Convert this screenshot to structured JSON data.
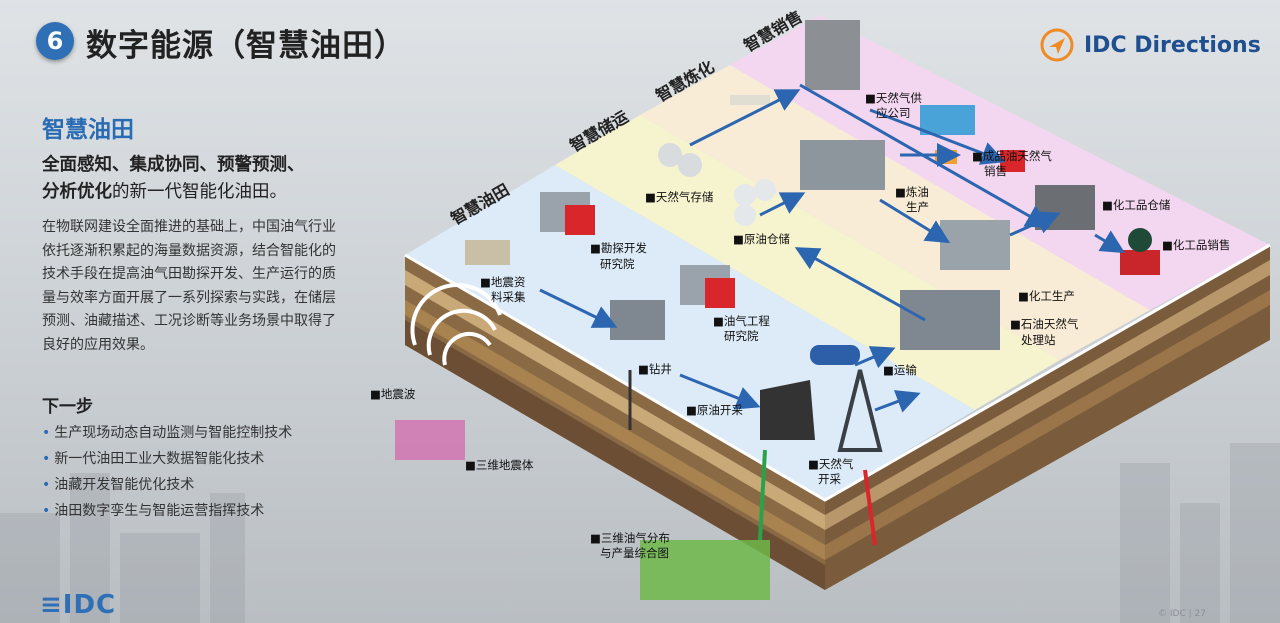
{
  "header": {
    "badge": "6",
    "title": "数字能源（智慧油田）",
    "brand": "IDC Directions"
  },
  "left": {
    "heading": "智慧油田",
    "lead_bold_1": "全面感知、集成协同、预警预测、",
    "lead_bold_2": "分析优化",
    "lead_rest": "的新一代智能化油田。",
    "body": "在物联网建设全面推进的基础上，中国油气行业依托逐渐积累起的海量数据资源，结合智能化的技术手段在提高油气田勘探开发、生产运行的质量与效率方面开展了一系列探索与实践，在储层预测、油藏描述、工况诊断等业务场景中取得了良好的应用效果。",
    "next_heading": "下一步",
    "next_items": [
      "生产现场动态自动监测与智能控制技术",
      "新一代油田工业大数据智能化技术",
      "油藏开发智能优化技术",
      "油田数字孪生与智能运营指挥技术"
    ]
  },
  "diagram": {
    "zones": [
      "智慧油田",
      "智慧储运",
      "智慧炼化",
      "智慧销售"
    ],
    "labels": {
      "gas_supply_1": "■天然气供",
      "gas_supply_2": "应公司",
      "retail_1": "■成品油天然气",
      "retail_2": "销售",
      "gas_storage": "■天然气存储",
      "refinery_1": "■炼油",
      "refinery_2": "生产",
      "chem_storage": "■化工品仓储",
      "crude_storage": "■原油仓储",
      "chem_sales": "■化工品销售",
      "explore_1": "■勘探开发",
      "explore_2": "研究院",
      "seismic_1": "■地震资",
      "seismic_2": "料采集",
      "chem_prod": "■化工生产",
      "eng_1": "■油气工程",
      "eng_2": "研究院",
      "proc_1": "■石油天然气",
      "proc_2": "处理站",
      "drilling": "■钻井",
      "transport": "■运输",
      "seismic_wave": "■地震波",
      "crude_prod": "■原油开采",
      "gas_prod_1": "■天然气",
      "gas_prod_2": "开采",
      "seismic_3d": "■三维地震体",
      "dist_1": "■三维油气分布",
      "dist_2": "与产量综合图"
    }
  },
  "footer": {
    "logo": "≡IDC",
    "page": "© IDC | 27"
  },
  "colors": {
    "accent": "#2a6cb4",
    "zone_field": "#dcebf7",
    "zone_storage": "#f6f3cf",
    "zone_refine": "#f8ecd6",
    "zone_sales": "#f3d6ef",
    "arrow": "#2c66b0"
  }
}
